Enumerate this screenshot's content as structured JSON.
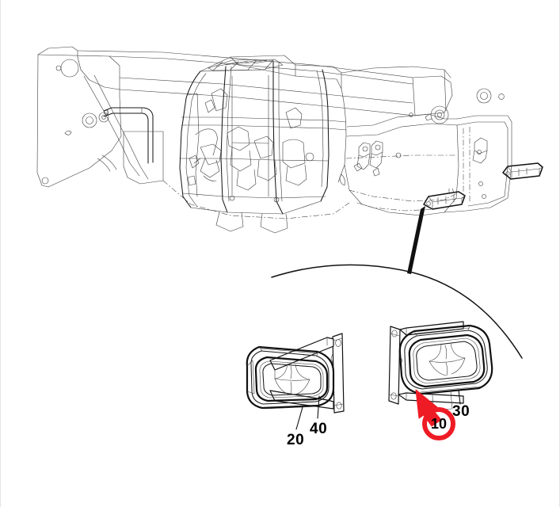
{
  "document": {
    "type": "exploded-parts-diagram",
    "subject": "telehandler work lamp assembly",
    "background_color": "#ffffff",
    "line_color": "#1a1a1a",
    "highlight_color": "#ee1b24"
  },
  "callouts": [
    {
      "id": "20",
      "label": "20",
      "target": "left-lamp-housing"
    },
    {
      "id": "40",
      "label": "40",
      "target": "left-lamp-bracket"
    },
    {
      "id": "30",
      "label": "30",
      "target": "right-lamp-housing"
    }
  ],
  "highlight": {
    "label": "10",
    "ring_color": "#ee1b24",
    "text_color": "#000000",
    "arrow_color": "#ee1b24",
    "points_at": "right-lamp-assembly-base"
  },
  "views": {
    "overview": {
      "name": "machine-overview",
      "description": "telehandler chassis and cab line art"
    },
    "detail": {
      "name": "lamp-detail-view",
      "description": "enlarged left and right work lamp assemblies"
    }
  }
}
